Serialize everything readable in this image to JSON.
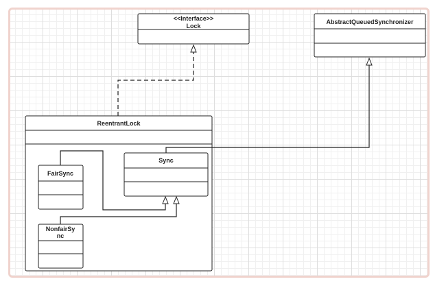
{
  "diagram": {
    "classes": {
      "lock": {
        "stereotype": "<<Interface>>",
        "name": "Lock"
      },
      "aqs": {
        "name": "AbstractQueuedSynchronizer"
      },
      "reentrant_lock": {
        "name": "ReentrantLock"
      },
      "sync": {
        "name": "Sync"
      },
      "fair_sync": {
        "name": "FairSync"
      },
      "nonfair_sync": {
        "name_line1": "NonfairSy",
        "name_line2": "nc"
      }
    },
    "colors": {
      "stroke": "#222222",
      "grid_major": "#dedede",
      "grid_minor": "#f0f0f0",
      "frame_border": "#f0d3cd"
    }
  }
}
